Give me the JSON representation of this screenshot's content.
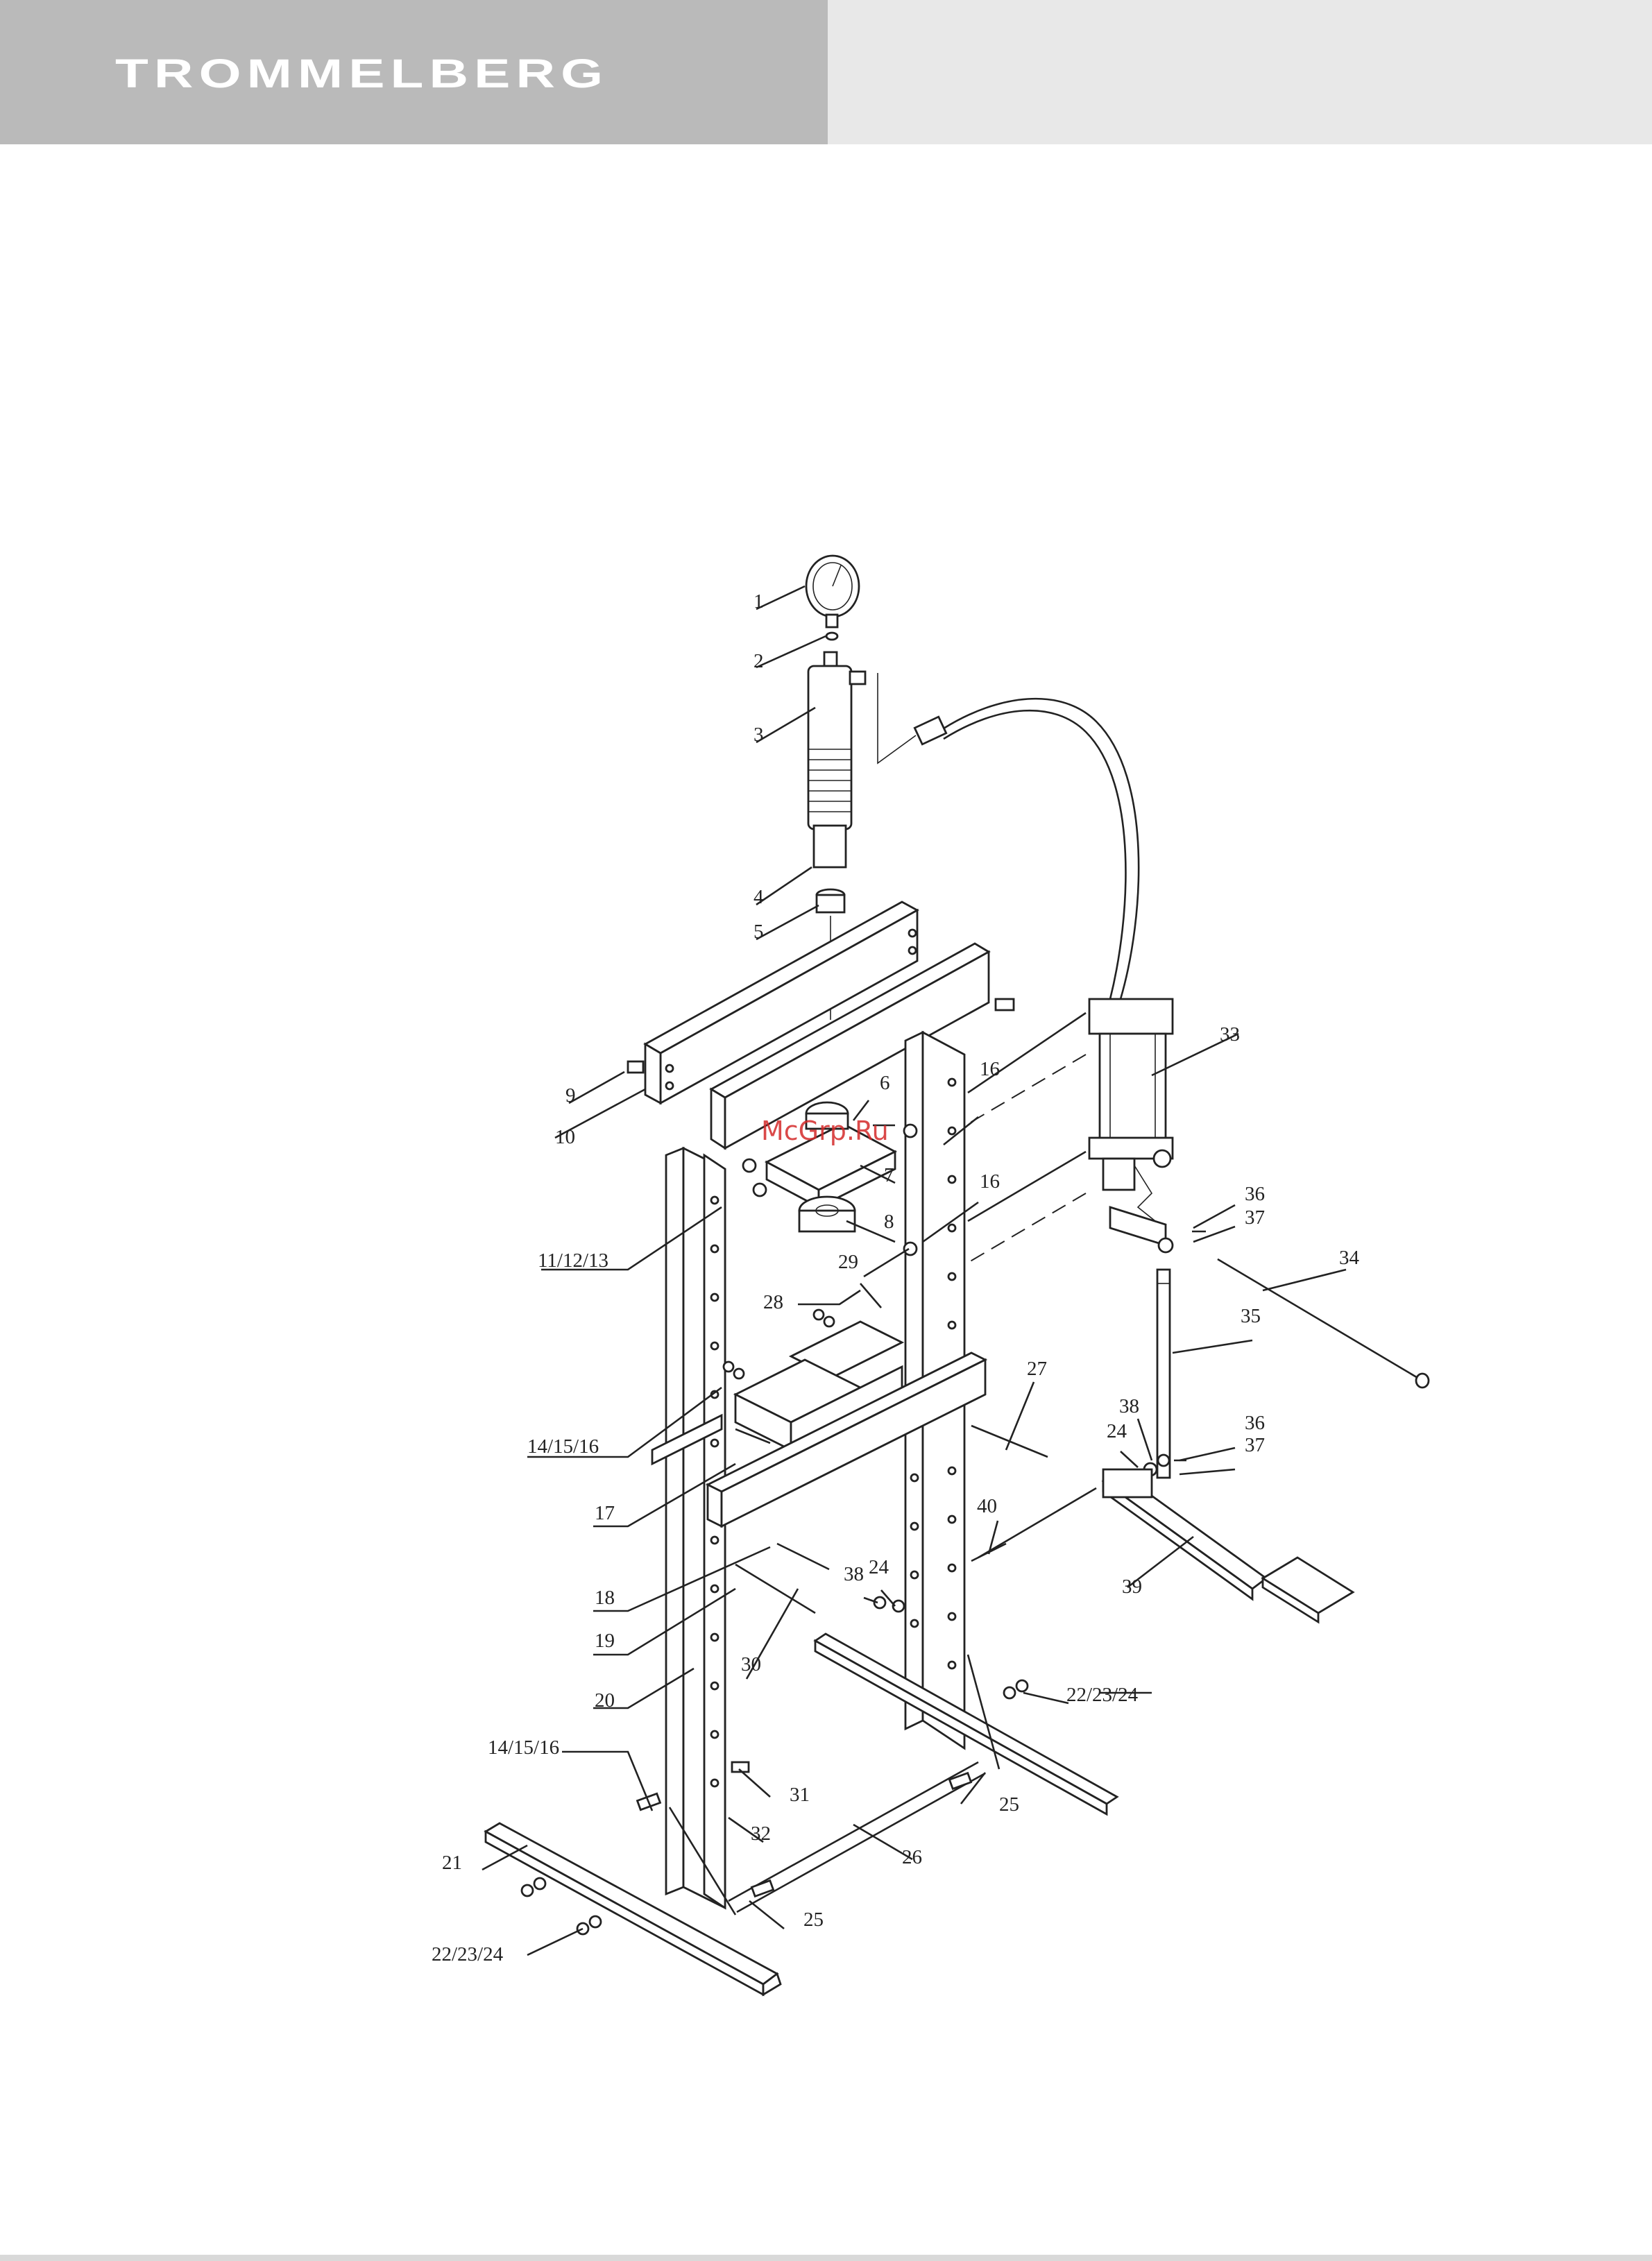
{
  "header": {
    "brand": "TROMMELBERG",
    "left_color": "#bababa",
    "right_color": "#e8e8e8"
  },
  "watermark": "McGrp.Ru",
  "callouts": [
    "1",
    "2",
    "3",
    "4",
    "5",
    "6",
    "7",
    "8",
    "9",
    "10",
    "11/12/13",
    "14/15/16",
    "16",
    "16",
    "17",
    "18",
    "19",
    "20",
    "21",
    "22/23/24",
    "22/23/24",
    "24",
    "24",
    "25",
    "25",
    "26",
    "27",
    "28",
    "29",
    "30",
    "31",
    "32",
    "33",
    "34",
    "35",
    "36",
    "36",
    "37",
    "37",
    "38",
    "38",
    "39",
    "40",
    "14/15/16"
  ]
}
